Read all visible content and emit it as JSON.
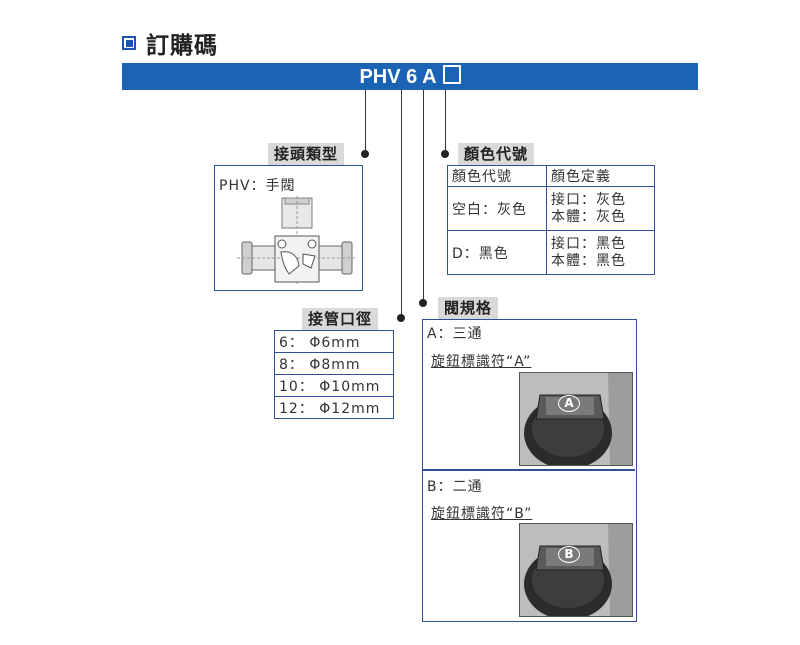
{
  "title": "訂購碼",
  "code_bar": {
    "text": "PHV 6 A"
  },
  "joint_type": {
    "label": "接頭類型",
    "content": "PHV：手閥"
  },
  "port_size": {
    "label": "接管口徑",
    "rows": [
      "6：  Φ6mm",
      "8：  Φ8mm",
      "10：  Φ10mm",
      "12：  Φ12mm"
    ]
  },
  "color_code": {
    "label": "顏色代號",
    "header": [
      "顏色代號",
      "顏色定義"
    ],
    "rows": [
      {
        "code": "空白：灰色",
        "def_line1": "接口：灰色",
        "def_line2": "本體：灰色"
      },
      {
        "code": "D：黑色",
        "def_line1": "接口：黑色",
        "def_line2": "本體：黑色"
      }
    ]
  },
  "valve_spec": {
    "label": "閥規格",
    "a_title": "A：三通",
    "a_note": "旋鈕標識符“A”",
    "a_knob_letter": "A",
    "b_title": "B：二通",
    "b_note": "旋鈕標識符“B”",
    "b_knob_letter": "B"
  }
}
